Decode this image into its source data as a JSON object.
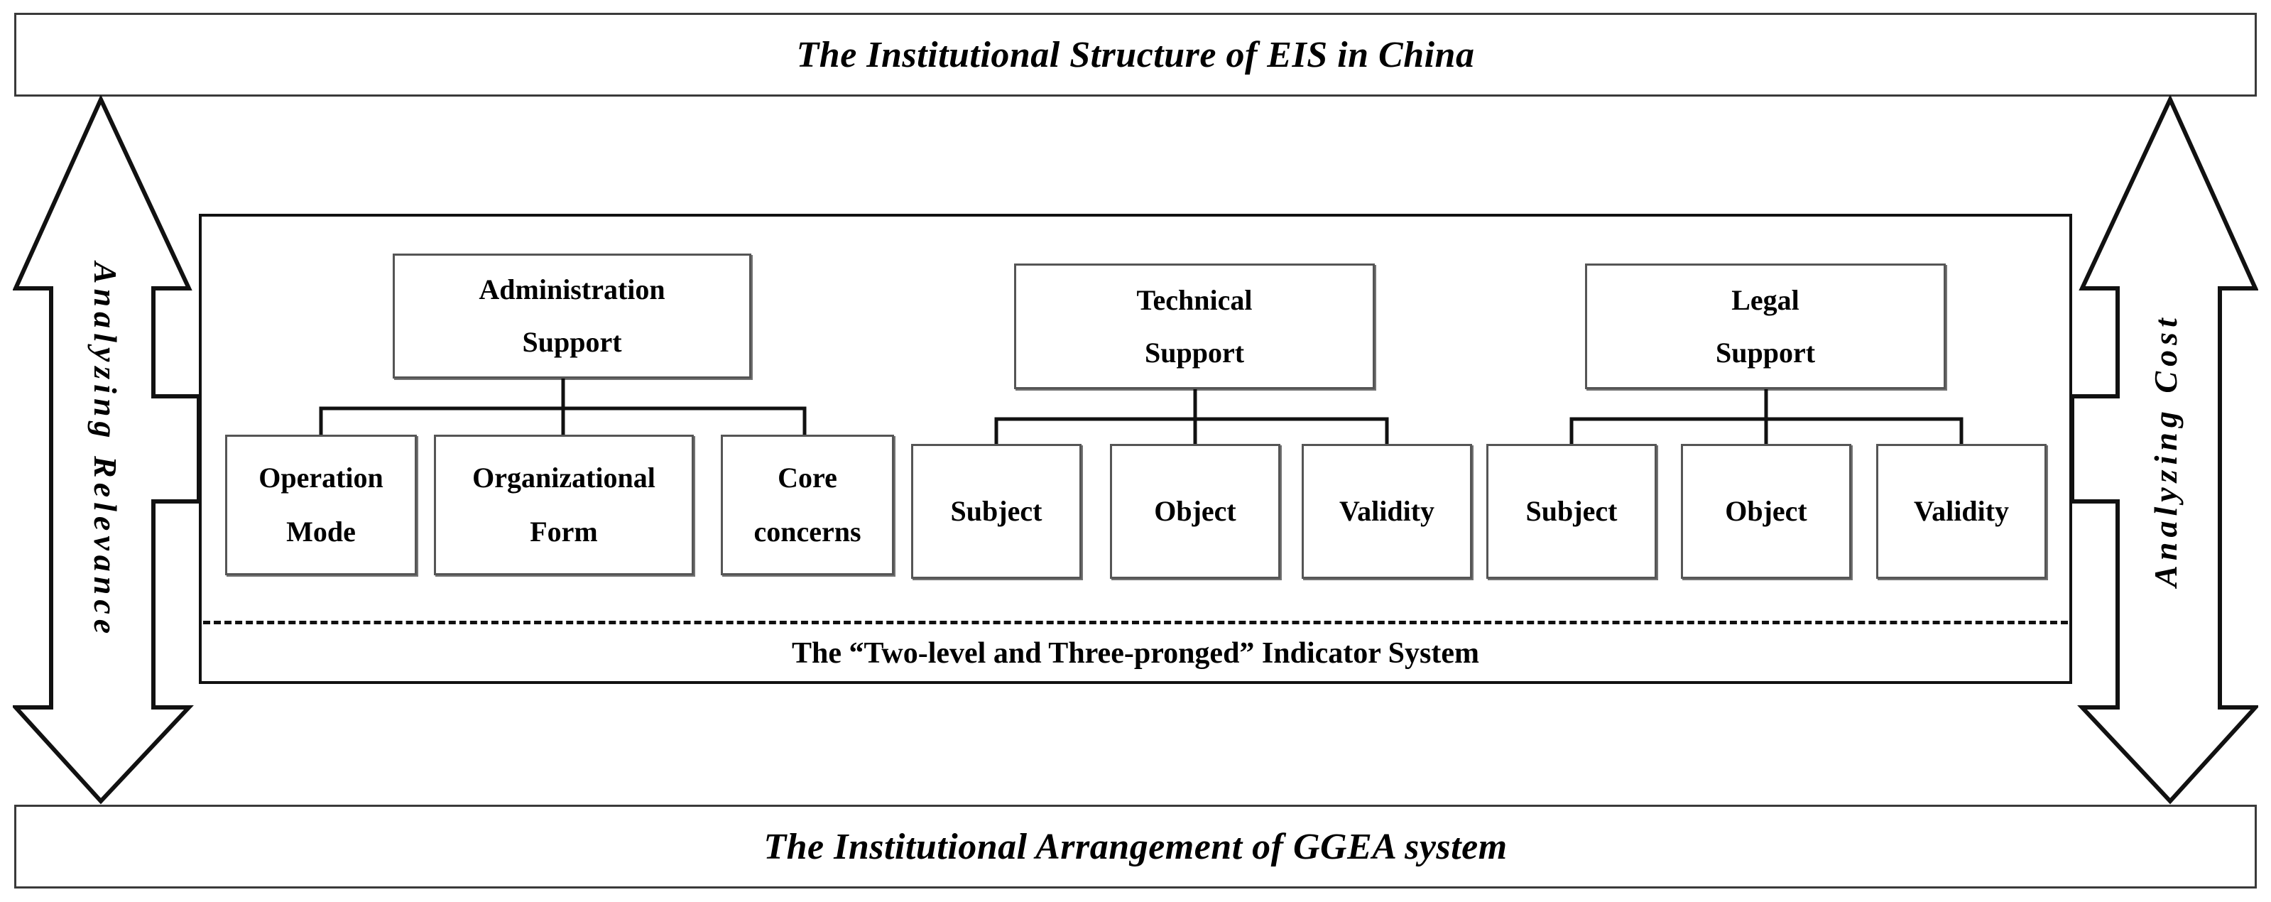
{
  "header": {
    "title": "The Institutional Structure of EIS in China"
  },
  "footer": {
    "title": "The Institutional Arrangement of GGEA system"
  },
  "arrows": {
    "left_label": "Analyzing Relevance",
    "right_label": "Analyzing Cost"
  },
  "diagram": {
    "indicator_caption": "The “Two-level and Three-pronged” Indicator System",
    "groups": [
      {
        "parent": {
          "line1": "Administration",
          "line2": "Support"
        },
        "children": [
          {
            "line1": "Operation",
            "line2": "Mode"
          },
          {
            "line1": "Organizational",
            "line2": "Form"
          },
          {
            "line1": "Core",
            "line2": "concerns"
          }
        ]
      },
      {
        "parent": {
          "line1": "Technical",
          "line2": "Support"
        },
        "children": [
          {
            "line1": "Subject",
            "line2": ""
          },
          {
            "line1": "Object",
            "line2": ""
          },
          {
            "line1": "Validity",
            "line2": ""
          }
        ]
      },
      {
        "parent": {
          "line1": "Legal",
          "line2": "Support"
        },
        "children": [
          {
            "line1": "Subject",
            "line2": ""
          },
          {
            "line1": "Object",
            "line2": ""
          },
          {
            "line1": "Validity",
            "line2": ""
          }
        ]
      }
    ]
  },
  "colors": {
    "ink": "#000000",
    "box_border": "#555555",
    "frame_border": "#111111",
    "banner_border": "#3a3a3a",
    "background": "#ffffff"
  }
}
